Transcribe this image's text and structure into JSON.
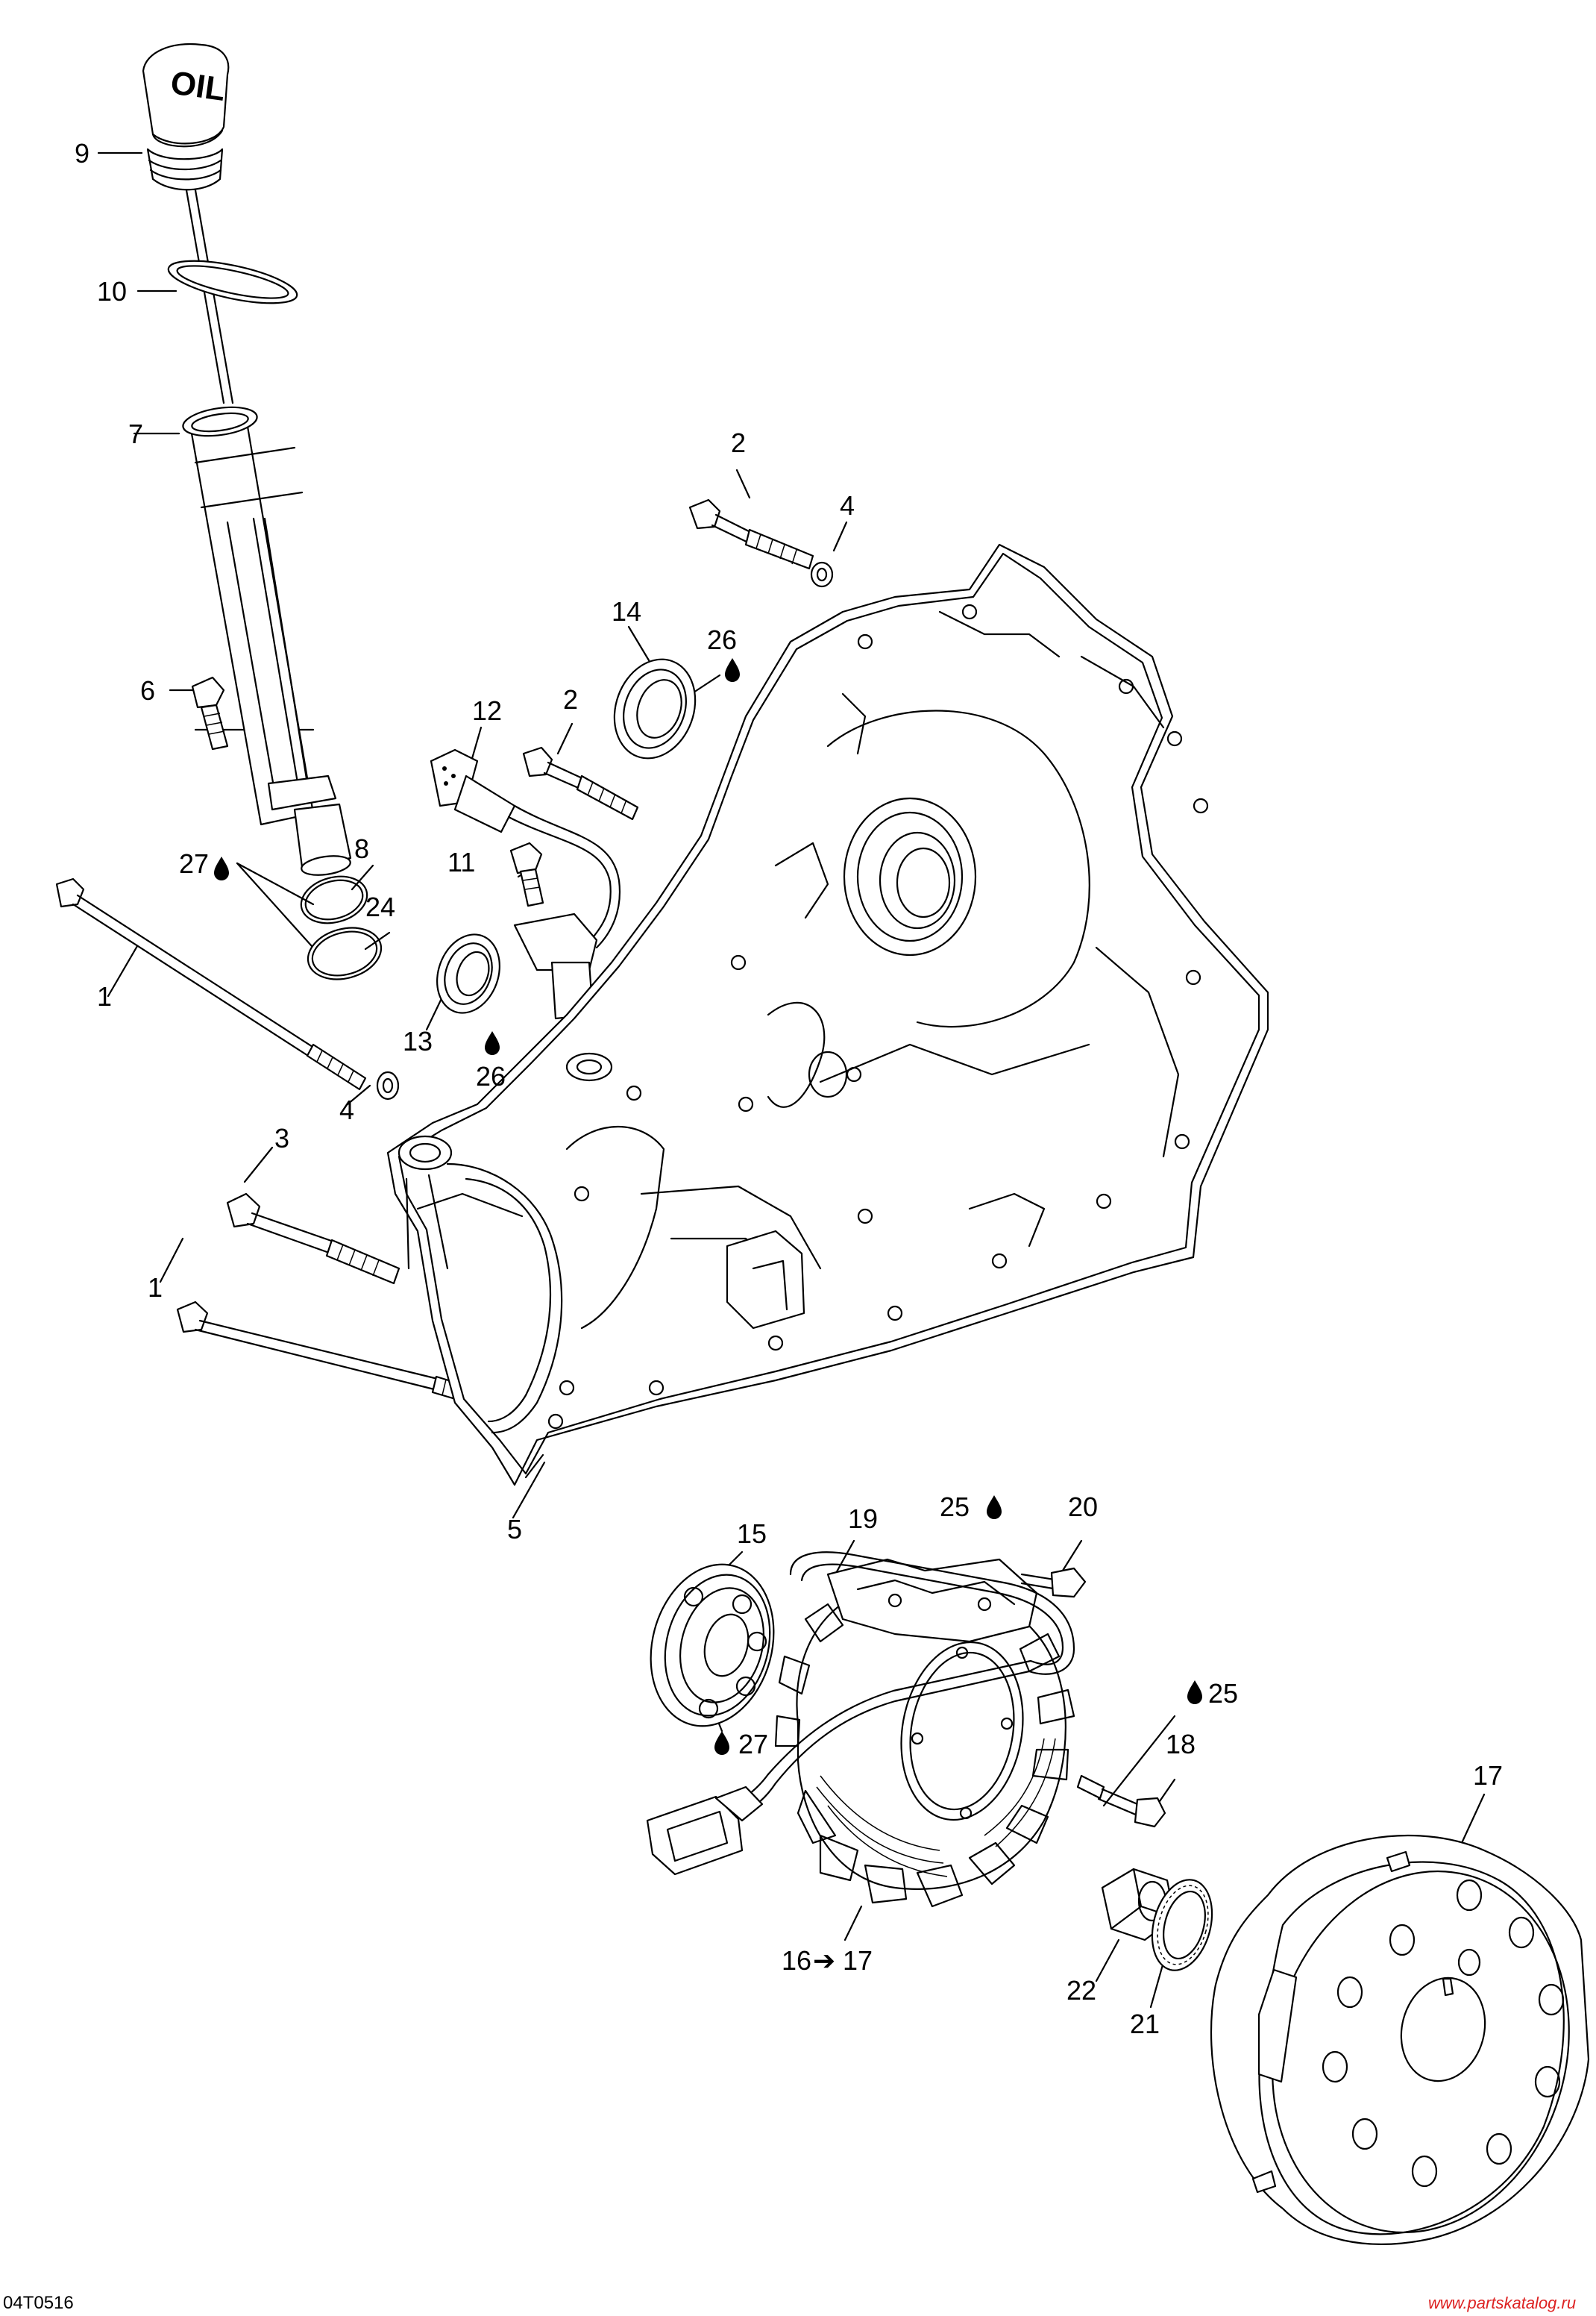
{
  "figure_code": "04T0516",
  "watermark": "www.partskatalog.ru",
  "cap_text": "OIL",
  "arrow_glyph": "➔",
  "callouts": [
    {
      "id": "c9",
      "text": "9"
    },
    {
      "id": "c10",
      "text": "10"
    },
    {
      "id": "c7",
      "text": "7"
    },
    {
      "id": "c6",
      "text": "6"
    },
    {
      "id": "c27a",
      "text": "27"
    },
    {
      "id": "c8",
      "text": "8"
    },
    {
      "id": "c24",
      "text": "24"
    },
    {
      "id": "c1a",
      "text": "1"
    },
    {
      "id": "c2a",
      "text": "2"
    },
    {
      "id": "c4a",
      "text": "4"
    },
    {
      "id": "c14",
      "text": "14"
    },
    {
      "id": "c26a",
      "text": "26"
    },
    {
      "id": "c12",
      "text": "12"
    },
    {
      "id": "c2b",
      "text": "2"
    },
    {
      "id": "c11",
      "text": "11"
    },
    {
      "id": "c13",
      "text": "13"
    },
    {
      "id": "c26b",
      "text": "26"
    },
    {
      "id": "c4b",
      "text": "4"
    },
    {
      "id": "c3",
      "text": "3"
    },
    {
      "id": "c1b",
      "text": "1"
    },
    {
      "id": "c5",
      "text": "5"
    },
    {
      "id": "c15",
      "text": "15"
    },
    {
      "id": "c19",
      "text": "19"
    },
    {
      "id": "c25a",
      "text": "25"
    },
    {
      "id": "c20",
      "text": "20"
    },
    {
      "id": "c27b",
      "text": "27"
    },
    {
      "id": "c25b",
      "text": "25"
    },
    {
      "id": "c18",
      "text": "18"
    },
    {
      "id": "c17",
      "text": "17"
    },
    {
      "id": "c16from",
      "text": "16"
    },
    {
      "id": "c16to",
      "text": "17"
    },
    {
      "id": "c22",
      "text": "22"
    },
    {
      "id": "c21",
      "text": "21"
    }
  ]
}
